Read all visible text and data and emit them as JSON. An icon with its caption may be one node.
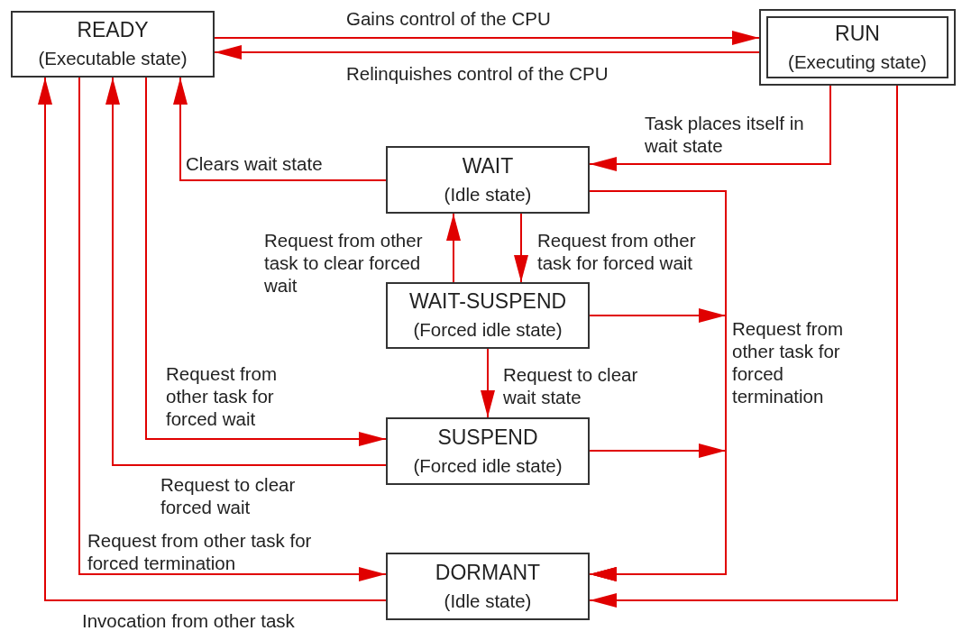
{
  "diagram": {
    "nodes": [
      {
        "text": [
          "READY",
          "(Executable state)"
        ]
      },
      {
        "text": [
          "RUN",
          "(Executing state)"
        ]
      },
      {
        "text": [
          "WAIT",
          "(Idle state)"
        ]
      },
      {
        "text": [
          "WAIT-SUSPEND",
          "(Forced idle state)"
        ]
      },
      {
        "text": [
          "SUSPEND",
          "(Forced idle state)"
        ]
      },
      {
        "text": [
          "DORMANT",
          "(Idle state)"
        ]
      }
    ],
    "edges": [
      {
        "from": 0,
        "to": 1,
        "arrow": "to",
        "label": "Gains control of the CPU"
      },
      {
        "from": 1,
        "to": 0,
        "arrow": "to",
        "label": "Relinquishes control of the CPU"
      },
      {
        "from": 1,
        "to": 2,
        "arrow": "to",
        "label": "Task places itself in wait state"
      },
      {
        "from": 2,
        "to": 0,
        "arrow": "to",
        "label": "Clears wait state"
      },
      {
        "from": 2,
        "to": 3,
        "arrow": "to",
        "label": "Request from other task for forced wait"
      },
      {
        "from": 3,
        "to": 2,
        "arrow": "to",
        "label": "Request from other task to clear forced wait"
      },
      {
        "from": 3,
        "to": 4,
        "arrow": "to",
        "label": "Request to clear wait state"
      },
      {
        "from": 0,
        "to": 4,
        "arrow": "to",
        "label": "Request from other task for forced wait"
      },
      {
        "from": 4,
        "to": 0,
        "arrow": "to",
        "label": "Request to clear forced wait"
      },
      {
        "from": 0,
        "to": 5,
        "arrow": "to",
        "label": "Request from other task for forced termination"
      },
      {
        "from": 5,
        "to": 0,
        "arrow": "to",
        "label": "Invocation from other task"
      },
      {
        "from": 2,
        "to": 5,
        "arrow": "to"
      },
      {
        "from": 3,
        "to": 5,
        "arrow": "to",
        "label": "Request from other task for forced termination"
      },
      {
        "from": 4,
        "to": 5,
        "arrow": "to"
      },
      {
        "from": 1,
        "to": 5,
        "arrow": "to"
      }
    ]
  }
}
